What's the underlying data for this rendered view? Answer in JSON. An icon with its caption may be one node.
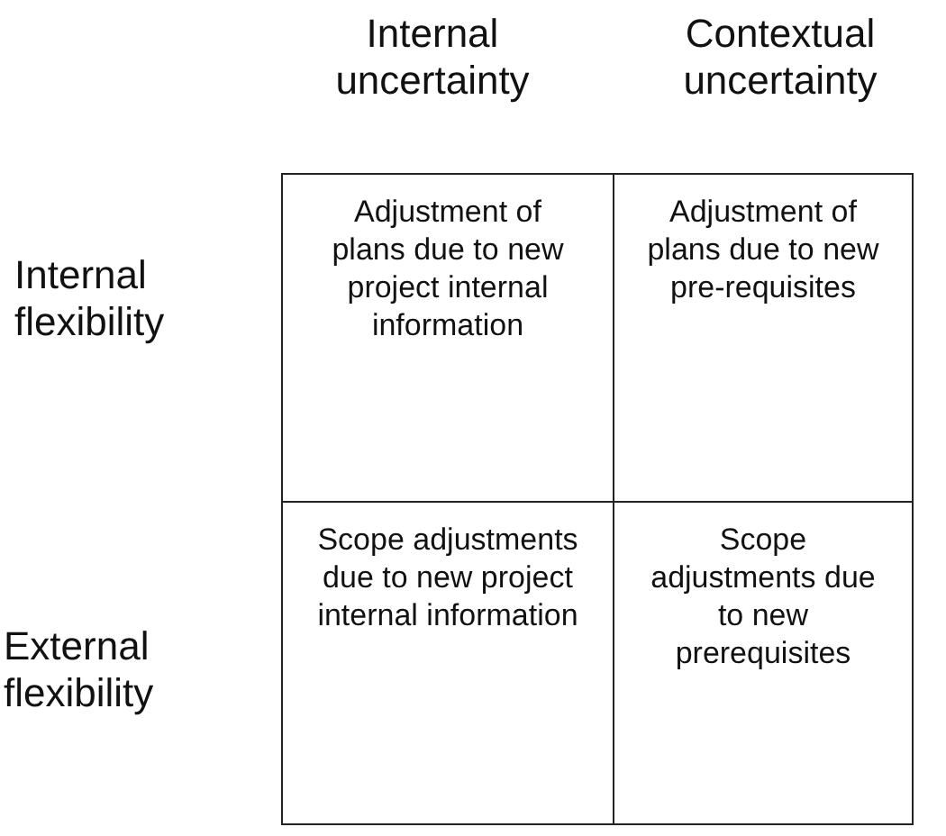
{
  "diagram": {
    "nodes": [
      {
        "text": [
          "Adjustment of plans due to new project internal information"
        ]
      },
      {
        "text": [
          "Adjustment of plans due to new pre-requisites"
        ]
      },
      {
        "text": [
          "Scope adjustments due to new project internal information"
        ]
      },
      {
        "text": [
          "Scope adjustments due to new prerequisites"
        ]
      }
    ],
    "labels": [
      "Internal uncertainty",
      "Contextual uncertainty",
      "Internal flexibility",
      "External flexibility"
    ]
  }
}
